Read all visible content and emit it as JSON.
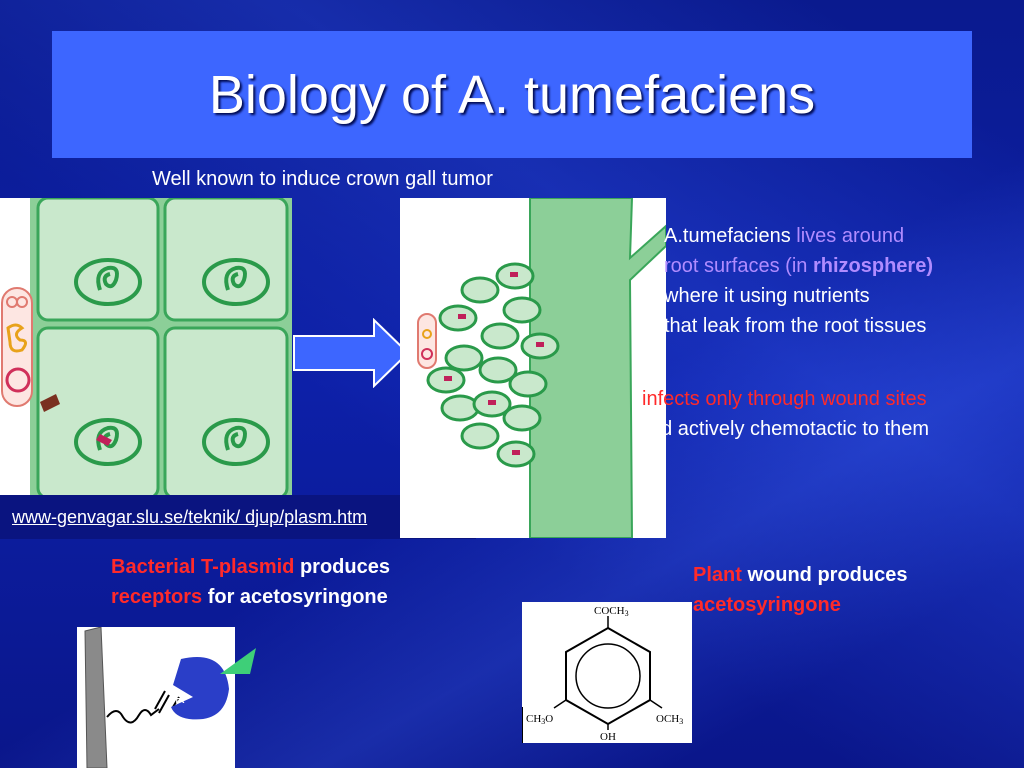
{
  "slide": {
    "title": "Biology of A. tumefaciens",
    "caption": "Well known to induce crown gall tumor",
    "url": "www-genvagar.slu.se/teknik/ djup/plasm.htm",
    "rhizo": {
      "l1a": "A.tumefaciens ",
      "l1b": "lives around",
      "l2a": "root surfaces (in ",
      "l2b": "rhizosphere)",
      "l3": "where it using nutrients",
      "l4": "that leak from the root tissues"
    },
    "wound": {
      "l1": "infects only through wound sites",
      "l2": "nd actively chemotactic to them"
    },
    "plasmid": {
      "l1a": "Bacterial T-plasmid",
      "l1b": " produces",
      "l2a": "receptors",
      "l2b": " for acetosyringone"
    },
    "plant": {
      "l1a": "Plant",
      "l1b": " wound produces",
      "l2": "acetosyringone"
    },
    "receptor_label": "R",
    "chem": {
      "top": "COCH",
      "top_sub": "3",
      "left": "CH",
      "left_sub": "3",
      "left_tail": "O",
      "right": "OCH",
      "right_sub": "3",
      "bottom": "OH"
    }
  },
  "colors": {
    "background": "#0c1a8c",
    "title_box": "#3d66ff",
    "highlight_red": "#ff2a2a",
    "highlight_lavender": "#b08cff",
    "plant_cell": "#c9e8cc",
    "cell_border": "#3aa65a"
  }
}
